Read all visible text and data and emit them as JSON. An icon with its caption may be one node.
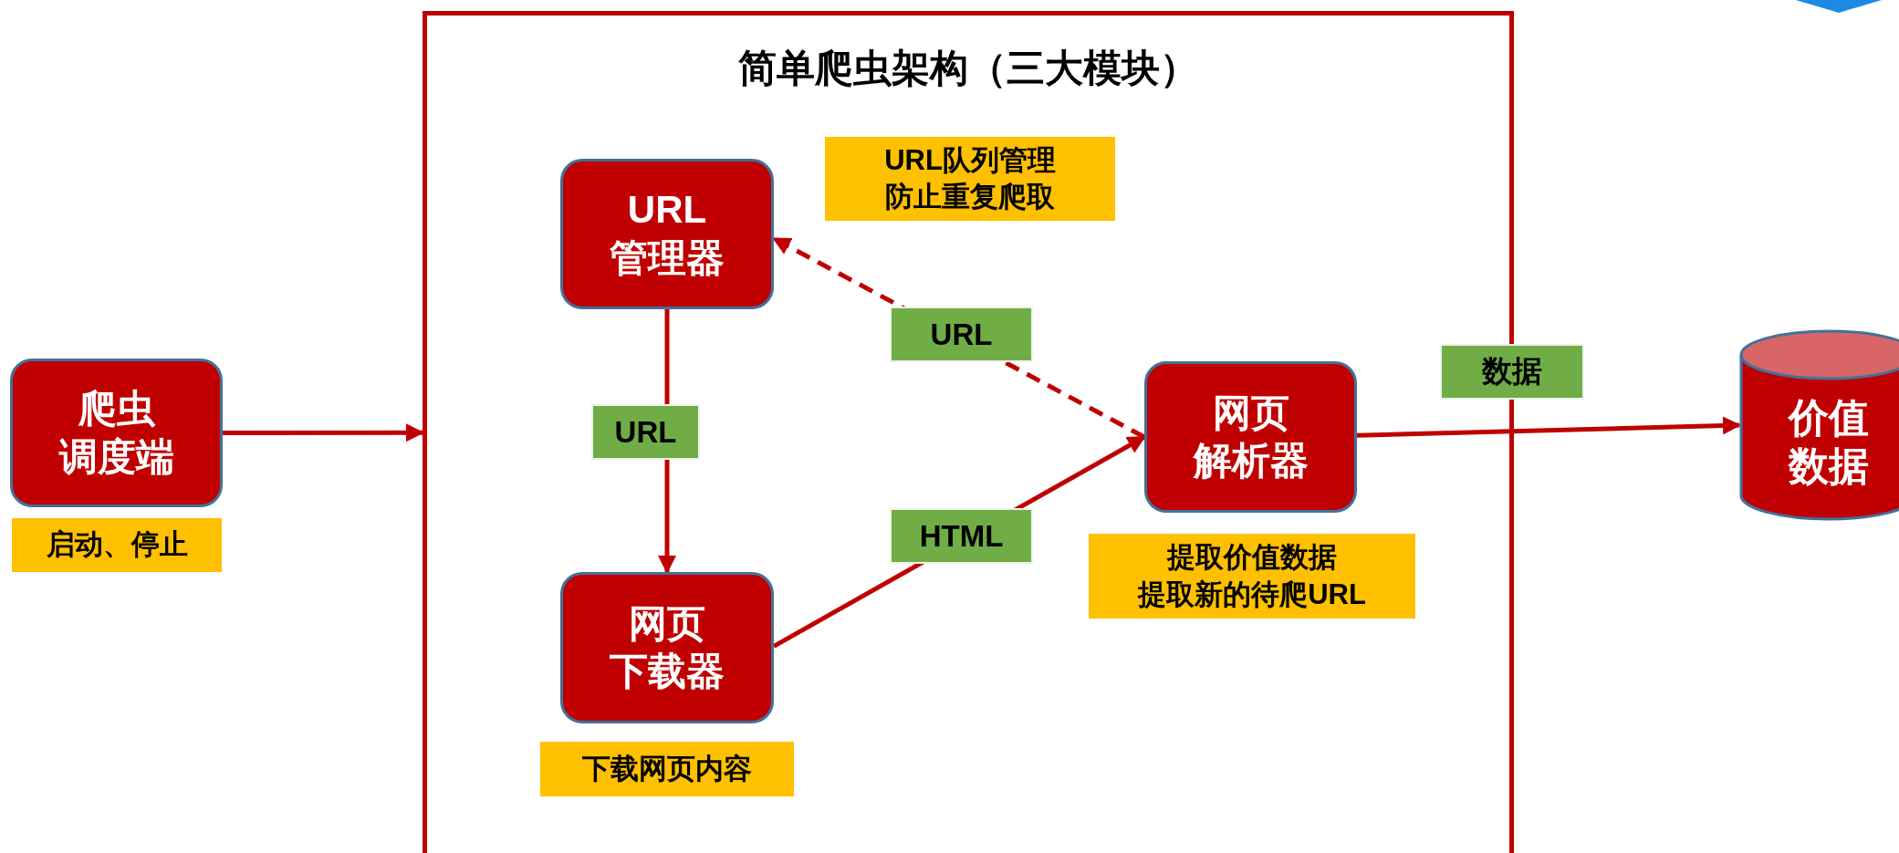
{
  "diagram": {
    "nodes": [
      {
        "text": [
          "爬虫调度端"
        ],
        "beside": [
          "启动、停止"
        ]
      },
      {
        "text": [
          "简单爬虫架构（三大模块）"
        ]
      },
      {
        "text": [
          "URL管理器"
        ],
        "in": 1
      },
      {
        "text": [
          "网页下载器"
        ],
        "in": 1,
        "beside": [
          "下载网页内容"
        ]
      },
      {
        "text": [
          "网页解析器"
        ],
        "in": 1,
        "beside": [
          "提取价值数据提取新的待爬URL"
        ]
      },
      {
        "text": [
          "价值数据"
        ]
      }
    ],
    "edges": [
      {
        "from": 0,
        "to": 1,
        "arrow": "to"
      },
      {
        "from": 2,
        "to": 3,
        "arrow": "to",
        "label": "URL"
      },
      {
        "from": 3,
        "to": 4,
        "arrow": "to",
        "label": "HTML"
      },
      {
        "from": 4,
        "to": 2,
        "arrow": "to",
        "label": "URL",
        "style": "dashed"
      },
      {
        "from": 4,
        "to": 5,
        "arrow": "to",
        "label": "数据"
      }
    ],
    "labels": [
      "URL队列管理防止重复爬取"
    ]
  }
}
